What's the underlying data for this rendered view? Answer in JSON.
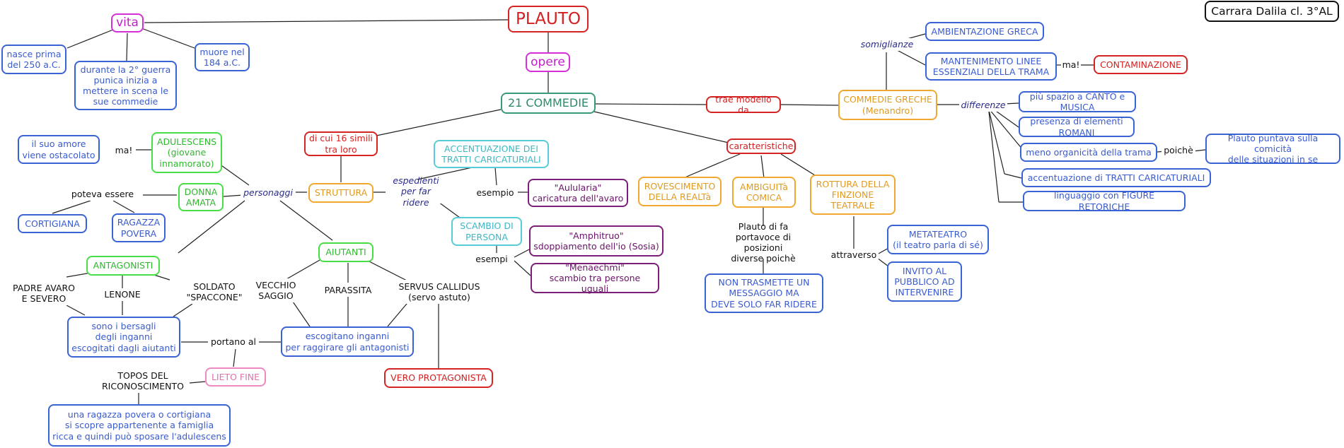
{
  "author": "Carrara Dalila cl. 3°AL",
  "root": "PLAUTO",
  "vita": {
    "label": "vita",
    "born": "nasce prima\ndel 250 a.C.",
    "war": "durante la 2° guerra\npunica inizia a\nmettere in scena le\nsue commedie",
    "died": "muore nel\n184 a.C."
  },
  "opere": {
    "label": "opere",
    "comedies": "21 COMMEDIE",
    "similar": "di cui 16 simili\ntra loro",
    "structure": "STRUTTURA",
    "techniques": "espedienti\nper far ridere",
    "example": "esempio",
    "examples": "esempi",
    "accentuation": "ACCENTUAZIONE DEI\nTRATTI CARICATURIALI",
    "aulularia": "\"Aulularia\"\ncaricatura dell'avaro",
    "exchange": "SCAMBIO DI\nPERSONA",
    "amphitruo": "\"Amphitruo\"\nsdoppiamento dell'io (Sosia)",
    "menaechmi": "\"Menaechmi\"\nscambio tra persone uguali"
  },
  "characters": {
    "label": "personaggi",
    "adulescens": "ADULESCENS\n(giovane\ninnamorato)",
    "ma": "ma!",
    "love": "il suo amore\nviene ostacolato",
    "donna": "DONNA\nAMATA",
    "could_be": "poteva essere",
    "cortigiana": "CORTIGIANA",
    "ragazza": "RAGAZZA\nPOVERA",
    "antagonisti": "ANTAGONISTI",
    "padre": "PADRE AVARO\nE SEVERO",
    "lenone": "LENONE",
    "soldato": "SOLDATO\n\"SPACCONE\"",
    "bersagli": "sono i bersagli\ndegli inganni\nescogitati dagli aiutanti",
    "aiutanti": "AIUTANTI",
    "vecchio": "VECCHIO\nSAGGIO",
    "parassita": "PARASSITA",
    "servus": "SERVUS CALLIDUS\n(servo astuto)",
    "inganni": "escogitano inganni\nper raggirare gli antagonisti",
    "protagonista": "VERO PROTAGONISTA",
    "portano": "portano al",
    "lieto": "LIETO FINE",
    "topos": "TOPOS DEL\nRICONOSCIMENTO",
    "ragazza_scopre": "una ragazza povera o cortigiana\nsi scopre appartenente a famiglia\nricca e quindi può sposare l'adulescens"
  },
  "model": {
    "trae": "trae modello da",
    "greche": "COMMEDIE GRECHE\n(Menandro)",
    "somiglianze": "somiglianze",
    "ambientazione": "AMBIENTAZIONE GRECA",
    "mantenimento": "MANTENIMENTO LINEE\nESSENZIALI DELLA TRAMA",
    "ma": "ma!",
    "contaminazione": "CONTAMINAZIONE",
    "differenze": "differenze",
    "canto": "più spazio a CANTO e MUSICA",
    "romani": "presenza di elementi ROMANI",
    "organicita": "meno organicità della trama",
    "poiche": "poichè",
    "comicita": "Plauto puntava sulla comicità\ndelle situazioni in se",
    "tratti": "accentuazione di TRATTI CARICATURIALI",
    "figure": "linguaggio con FIGURE RETORICHE"
  },
  "features": {
    "label": "caratteristiche",
    "rovesciamento": "ROVESCIMENTO\nDELLA REALTà",
    "ambiguita": "AMBIGUITà\nCOMICA",
    "rottura": "ROTTURA DELLA\nFINZIONE\nTEATRALE",
    "portavoce": "Plauto di fa\nportavoce di posizioni\ndiverse poichè",
    "non_trasmette": "NON TRASMETTE UN\nMESSAGGIO MA\nDEVE SOLO FAR RIDERE",
    "attraverso": "attraverso",
    "metateatro": "METATEATRO\n(il teatro parla di sé)",
    "invito": "INVITO AL\nPUBBLICO AD\nINTERVENIRE"
  }
}
